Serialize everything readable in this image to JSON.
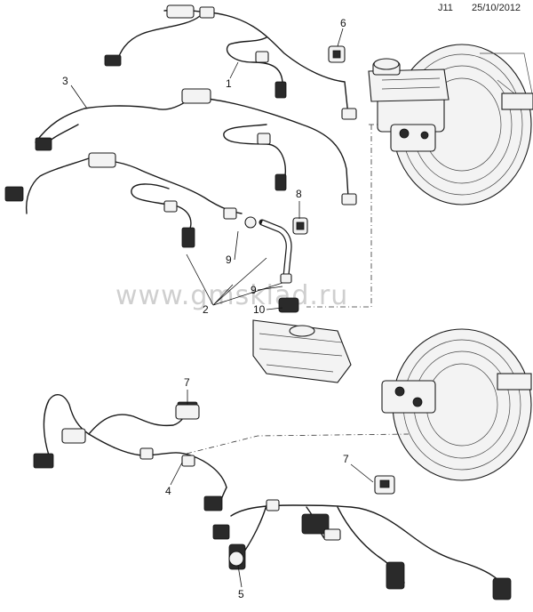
{
  "header": {
    "code": "J11",
    "date": "25/10/2012"
  },
  "watermark": "www.gmsklad.ru",
  "callouts": [
    {
      "id": "c1",
      "text": "1"
    },
    {
      "id": "c2",
      "text": "2"
    },
    {
      "id": "c3",
      "text": "3"
    },
    {
      "id": "c4",
      "text": "4"
    },
    {
      "id": "c5",
      "text": "5"
    },
    {
      "id": "c6",
      "text": "6"
    },
    {
      "id": "c7a",
      "text": "7"
    },
    {
      "id": "c7b",
      "text": "7"
    },
    {
      "id": "c8",
      "text": "8"
    },
    {
      "id": "c9a",
      "text": "9"
    },
    {
      "id": "c9b",
      "text": "9"
    },
    {
      "id": "c10",
      "text": "10"
    }
  ]
}
